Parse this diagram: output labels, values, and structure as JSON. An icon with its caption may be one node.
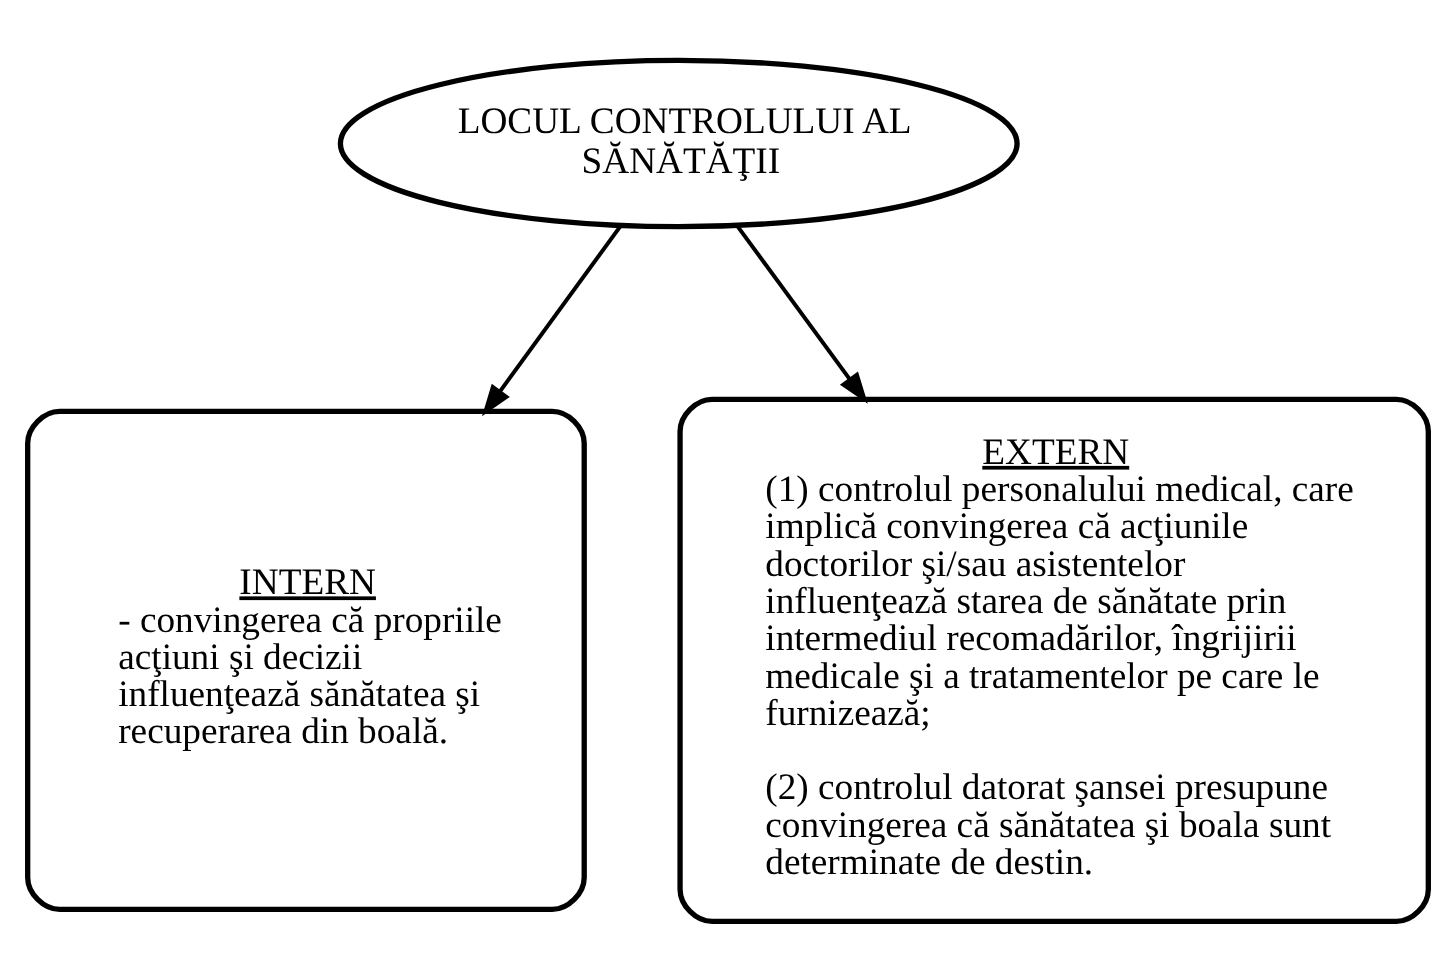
{
  "diagram": {
    "nodes": [
      {
        "text": [
          "LOCUL CONTROLULUI AL SĂNĂTĂŢII"
        ]
      },
      {
        "text": [
          "INTERN",
          "- convingerea că propriile acţiuni şi decizii influenţează sănătatea şi recuperarea din boală."
        ]
      },
      {
        "text": [
          "EXTERN",
          "(1) controlul personalului medical, care implică convingerea că acţiunile doctorilor şi/sau asistentelor influenţează starea de sănătate prin intermediul recomadărilor, îngrijirii medicale şi a tratamentelor pe care le furnizează;",
          "(2) controlul datorat şansei presupune convingerea că sănătatea şi boala sunt determinate de destin."
        ]
      }
    ],
    "edges": [
      {
        "from": 0,
        "to": 1,
        "arrow": "to"
      },
      {
        "from": 0,
        "to": 2,
        "arrow": "to"
      }
    ]
  }
}
